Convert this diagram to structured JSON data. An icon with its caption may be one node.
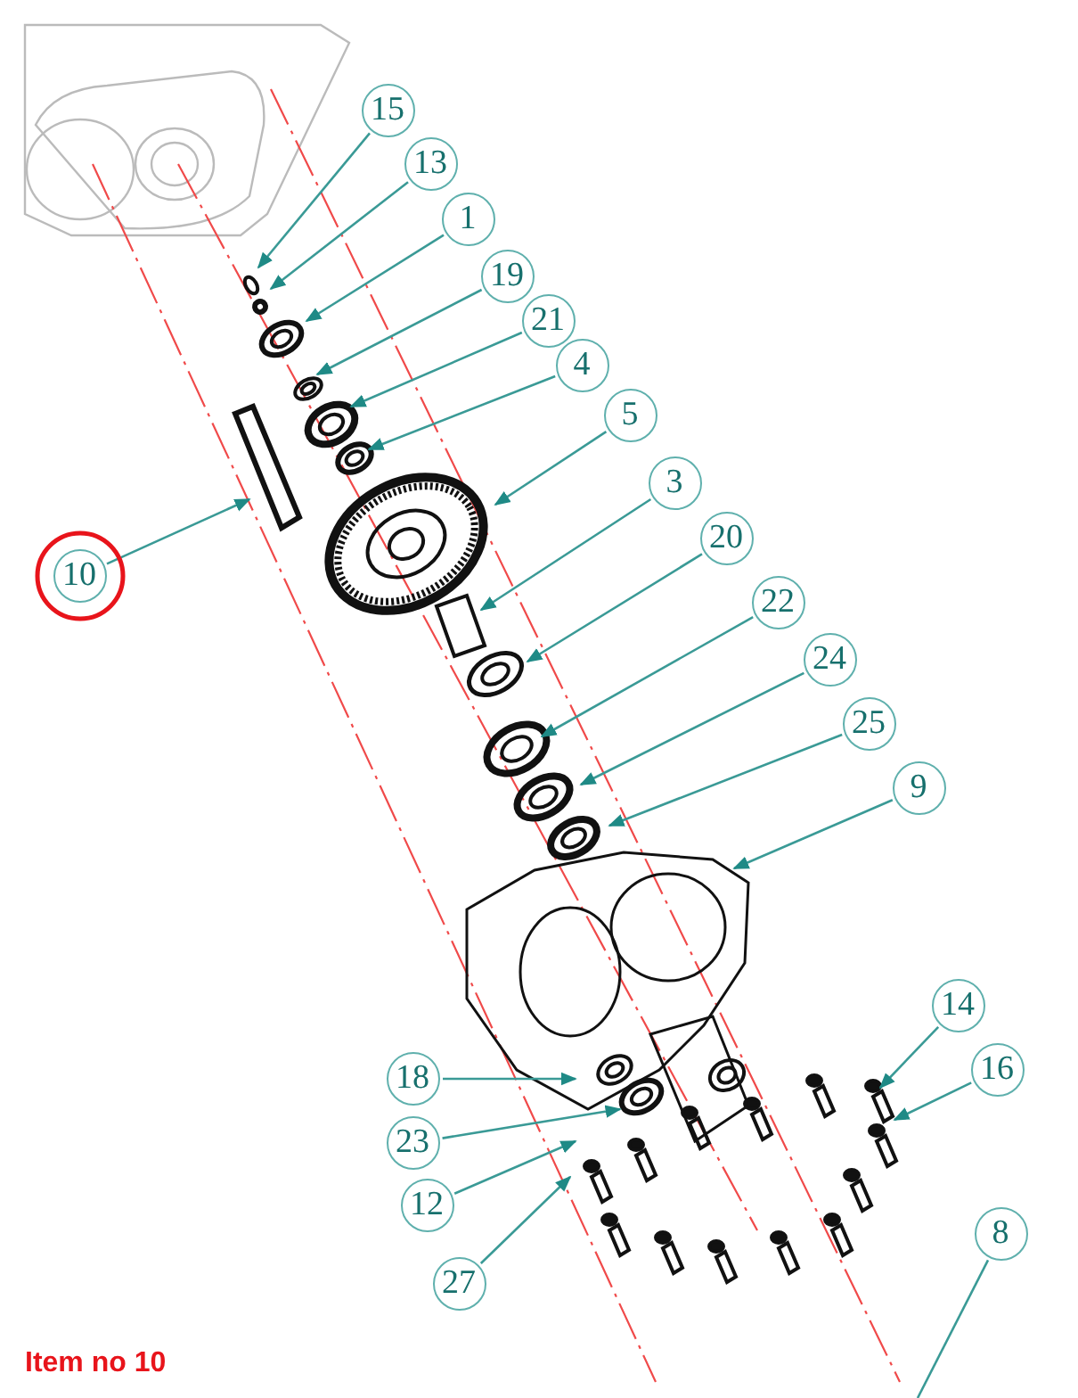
{
  "diagram": {
    "caption": "Item no 10",
    "nodes": [
      {
        "text": [
          "15"
        ]
      },
      {
        "text": [
          "13"
        ]
      },
      {
        "text": [
          "1"
        ]
      },
      {
        "text": [
          "19"
        ]
      },
      {
        "text": [
          "21"
        ]
      },
      {
        "text": [
          "4"
        ]
      },
      {
        "text": [
          "5"
        ]
      },
      {
        "text": [
          "10"
        ]
      },
      {
        "text": [
          "3"
        ]
      },
      {
        "text": [
          "20"
        ]
      },
      {
        "text": [
          "22"
        ]
      },
      {
        "text": [
          "24"
        ]
      },
      {
        "text": [
          "25"
        ]
      },
      {
        "text": [
          "9"
        ]
      },
      {
        "text": [
          "14"
        ]
      },
      {
        "text": [
          "16"
        ]
      },
      {
        "text": [
          "18"
        ]
      },
      {
        "text": [
          "23"
        ]
      },
      {
        "text": [
          "12"
        ]
      },
      {
        "text": [
          "8"
        ]
      },
      {
        "text": [
          "27"
        ]
      }
    ],
    "edges": [
      {
        "from": 0,
        "to": null,
        "arrow": "to"
      },
      {
        "from": 1,
        "to": null,
        "arrow": "to"
      },
      {
        "from": 2,
        "to": null,
        "arrow": "to"
      },
      {
        "from": 3,
        "to": null,
        "arrow": "to"
      },
      {
        "from": 4,
        "to": null,
        "arrow": "to"
      },
      {
        "from": 5,
        "to": null,
        "arrow": "to"
      },
      {
        "from": 6,
        "to": null,
        "arrow": "to"
      },
      {
        "from": 7,
        "to": null,
        "arrow": "to"
      },
      {
        "from": 8,
        "to": null,
        "arrow": "to"
      },
      {
        "from": 9,
        "to": null,
        "arrow": "to"
      },
      {
        "from": 10,
        "to": null,
        "arrow": "to"
      },
      {
        "from": 11,
        "to": null,
        "arrow": "to"
      },
      {
        "from": 12,
        "to": null,
        "arrow": "to"
      },
      {
        "from": 13,
        "to": null,
        "arrow": "to"
      },
      {
        "from": 14,
        "to": null,
        "arrow": "to"
      },
      {
        "from": 15,
        "to": null,
        "arrow": "to"
      },
      {
        "from": 16,
        "to": null,
        "arrow": "to"
      },
      {
        "from": 17,
        "to": null,
        "arrow": "to"
      },
      {
        "from": 18,
        "to": null,
        "arrow": "to"
      },
      {
        "from": 19,
        "to": null,
        "arrow": "none"
      },
      {
        "from": 20,
        "to": null,
        "arrow": "to"
      }
    ]
  }
}
